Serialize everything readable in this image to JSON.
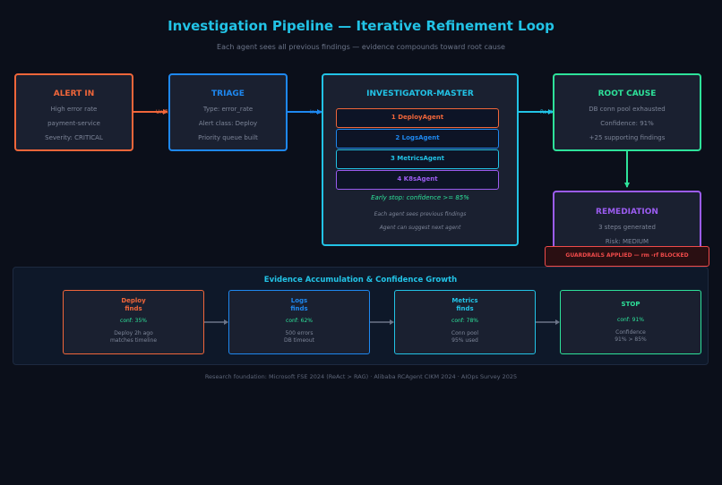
{
  "header": {
    "title": "Investigation Pipeline — Iterative Refinement Loop",
    "subtitle": "Each agent sees all previous findings — evidence compounds toward root cause"
  },
  "nodes": {
    "alert": {
      "title": "ALERT IN",
      "lines": [
        "High error rate",
        "payment-service",
        "Severity: CRITICAL"
      ],
      "color": "#f0663a"
    },
    "triage": {
      "title": "TRIAGE",
      "lines": [
        "Type: error_rate",
        "Alert class: Deploy",
        "Priority queue built"
      ],
      "color": "#1e88f0"
    },
    "master": {
      "title": "INVESTIGATOR-MASTER",
      "agents": [
        {
          "label": "1  DeployAgent",
          "color": "#f0663a"
        },
        {
          "label": "2  LogsAgent",
          "color": "#1e88f0"
        },
        {
          "label": "3  MetricsAgent",
          "color": "#22c3e6"
        },
        {
          "label": "4  K8sAgent",
          "color": "#9b5cf0"
        }
      ],
      "early_stop": "Early stop: confidence >= 85%",
      "notes": [
        "Each agent sees previous findings",
        "Agent can suggest next agent"
      ],
      "color": "#22c3e6"
    },
    "root_cause": {
      "title": "ROOT CAUSE",
      "lines": [
        "DB conn pool exhausted",
        "Confidence: 91%",
        "+25 supporting findings"
      ],
      "color": "#2ee29a"
    },
    "remediation": {
      "title": "REMEDIATION",
      "lines": [
        "3 steps generated",
        "Risk: MEDIUM"
      ],
      "color": "#9b5cf0"
    }
  },
  "edges": {
    "alert_triage": "UnifiedAlert",
    "triage_master": "InvestReqst",
    "master_root": "RootCause"
  },
  "guardrails": {
    "label": "GUARDRAILS APPLIED — rm -rf BLOCKED",
    "color": "#f04a4a"
  },
  "evidence": {
    "title": "Evidence Accumulation  &  Confidence Growth",
    "steps": [
      {
        "title": "Deploy\nfinds",
        "conf": "conf: 35%",
        "note": "Deploy 2h ago\nmatches timeline",
        "color": "#f0663a"
      },
      {
        "title": "Logs\nfinds",
        "conf": "conf: 62%",
        "note": "500 errors\nDB timeout",
        "color": "#1e88f0"
      },
      {
        "title": "Metrics\nfinds",
        "conf": "conf: 78%",
        "note": "Conn pool\n95% used",
        "color": "#22c3e6"
      },
      {
        "title": "STOP",
        "conf": "conf: 91%",
        "note": "Confidence\n91% > 85%",
        "color": "#2ee29a"
      }
    ]
  },
  "footer": "Research foundation: Microsoft FSE 2024 (ReAct > RAG) · Alibaba RCAgent CIKM 2024 · AIOps Survey 2025"
}
